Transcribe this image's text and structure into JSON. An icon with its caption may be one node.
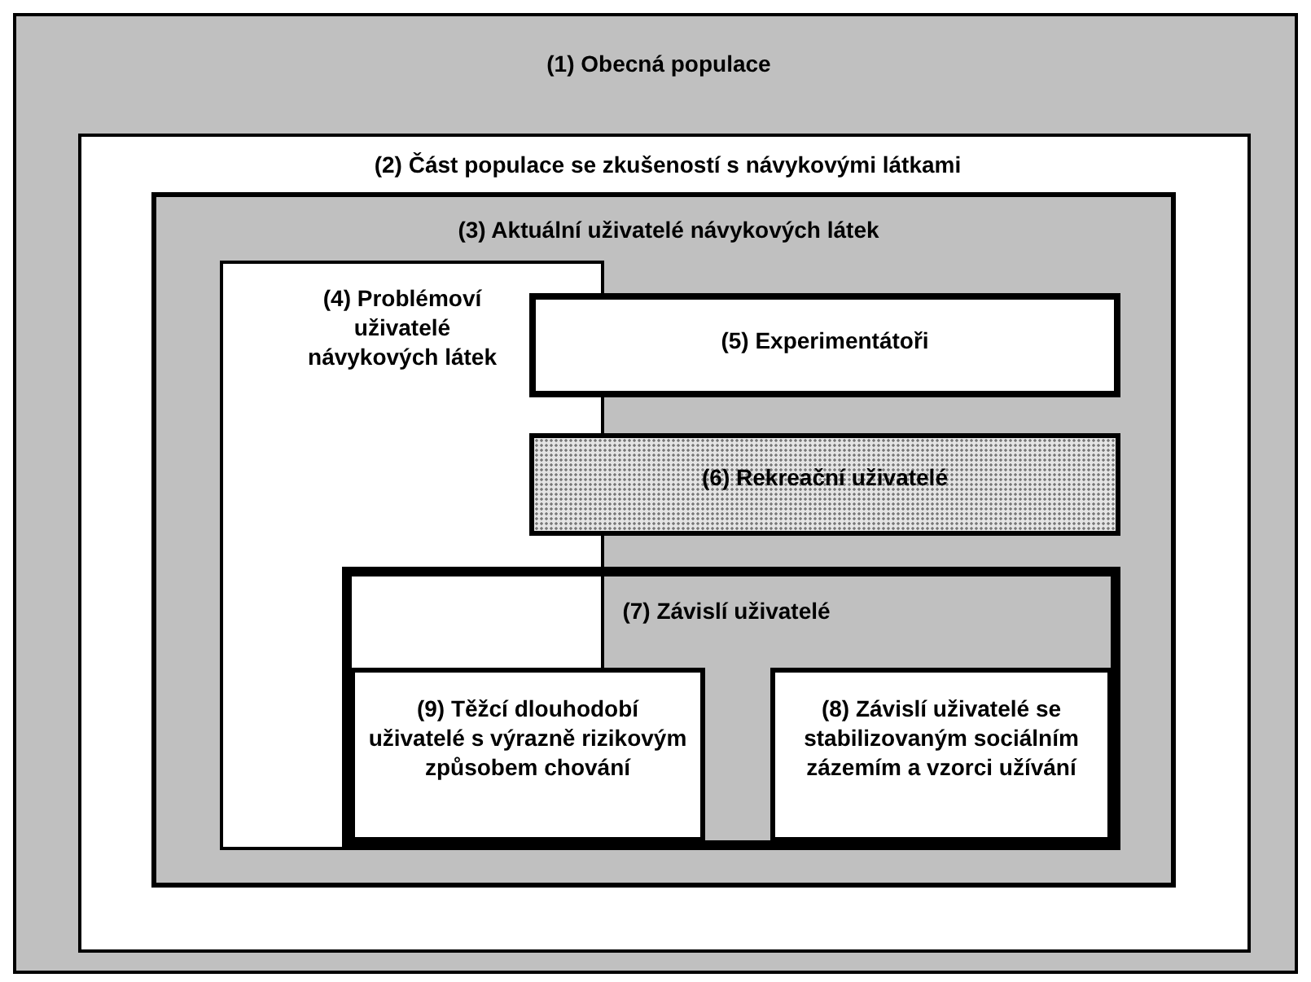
{
  "diagram": {
    "nodes": [
      {
        "text": [
          "(1) Obecná populace"
        ]
      },
      {
        "text": [
          "(2) Část populace se zkušeností s návykovými látkami"
        ],
        "in": 0
      },
      {
        "text": [
          "(3) Aktuální uživatelé návykových látek"
        ],
        "in": 1
      },
      {
        "text": [
          "(4) Problémoví uživatelé návykových látek"
        ],
        "in": 2
      },
      {
        "text": [
          "(5) Experimentátoři"
        ],
        "in": 2
      },
      {
        "text": [
          "(6) Rekreační uživatelé"
        ],
        "in": 2
      },
      {
        "text": [
          "(7) Závislí uživatelé"
        ],
        "in": 2
      },
      {
        "text": [
          "(9) Těžcí dlouhodobí uživatelé s výrazně rizikovým způsobem chování"
        ],
        "in": 6
      },
      {
        "text": [
          "(8) Závislí uživatelé se stabilizovaným sociálním zázemím a vzorci užívání"
        ],
        "in": 6
      }
    ]
  }
}
